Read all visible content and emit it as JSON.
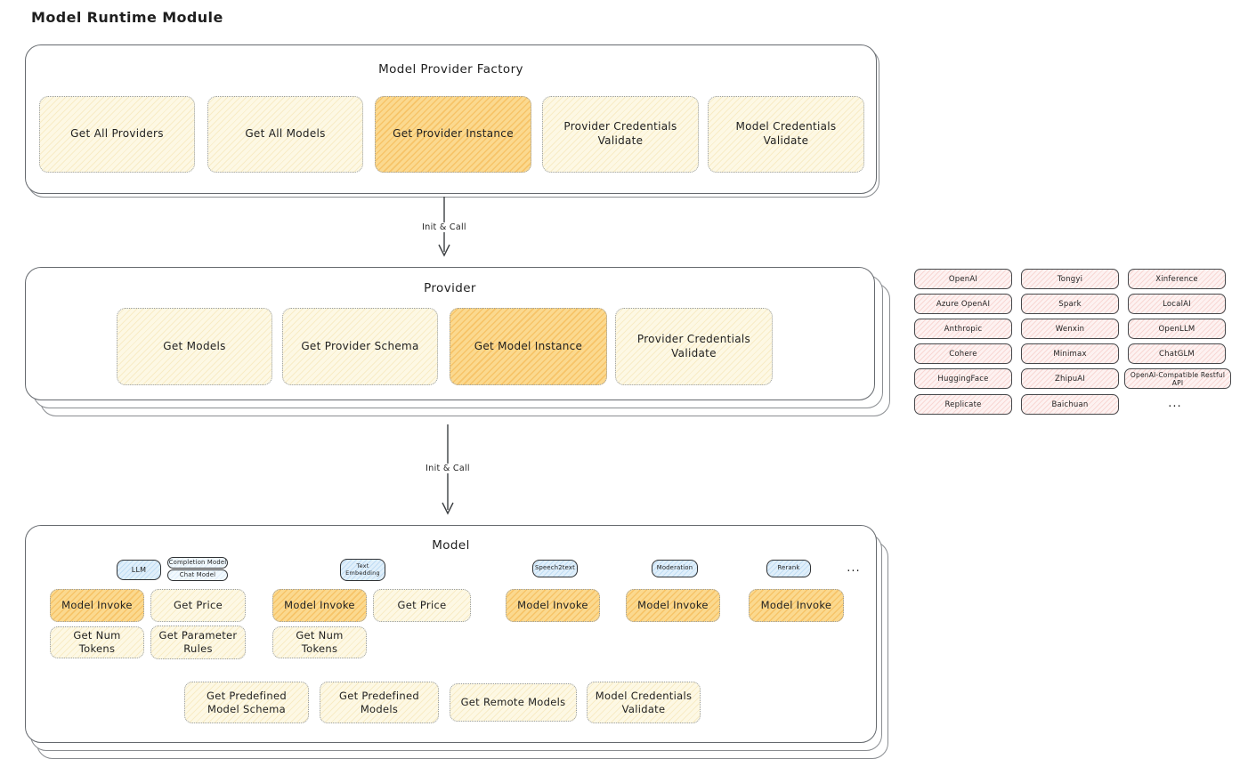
{
  "page_title": "Model Runtime Module",
  "arrow1_label": "Init & Call",
  "arrow2_label": "Init & Call",
  "factory": {
    "title": "Model Provider Factory",
    "items": [
      {
        "label": "Get All Providers",
        "highlight": false
      },
      {
        "label": "Get All Models",
        "highlight": false
      },
      {
        "label": "Get Provider Instance",
        "highlight": true
      },
      {
        "label": "Provider Credentials Validate",
        "highlight": false
      },
      {
        "label": "Model Credentials Validate",
        "highlight": false
      }
    ]
  },
  "provider": {
    "title": "Provider",
    "items": [
      {
        "label": "Get Models",
        "highlight": false
      },
      {
        "label": "Get Provider Schema",
        "highlight": false
      },
      {
        "label": "Get Model Instance",
        "highlight": true
      },
      {
        "label": "Provider Credentials Validate",
        "highlight": false
      }
    ]
  },
  "provider_list": {
    "col1": [
      "OpenAI",
      "Azure OpenAI",
      "Anthropic",
      "Cohere",
      "HuggingFace",
      "Replicate"
    ],
    "col2": [
      "Tongyi",
      "Spark",
      "Wenxin",
      "Minimax",
      "ZhipuAI",
      "Baichuan"
    ],
    "col3": [
      "Xinference",
      "LocalAI",
      "OpenLLM",
      "ChatGLM",
      "OpenAI-Compatible Restful API"
    ],
    "more": "..."
  },
  "model": {
    "title": "Model",
    "tags": {
      "llm": "LLM",
      "completion_model": "Completion Model",
      "chat_model": "Chat Model",
      "text_embedding": "Text Embedding",
      "speech2text": "Speech2text",
      "moderation": "Moderation",
      "rerank": "Rerank",
      "more": "..."
    },
    "functions": {
      "model_invoke": "Model Invoke",
      "get_price": "Get Price",
      "get_num_tokens": "Get Num Tokens",
      "get_parameter_rules": "Get Parameter Rules"
    },
    "bottom_items": [
      {
        "label": "Get Predefined Model Schema"
      },
      {
        "label": "Get Predefined Models"
      },
      {
        "label": "Get Remote Models"
      },
      {
        "label": "Model Credentials Validate"
      }
    ]
  },
  "colors": {
    "cream_box": "#fdf8e4",
    "highlight_box": "#fbd98f",
    "blue_tag": "#e0effa",
    "provider_pill": "#fdf2f1",
    "container_border": "#65696e",
    "text": "#1f1f1f"
  }
}
